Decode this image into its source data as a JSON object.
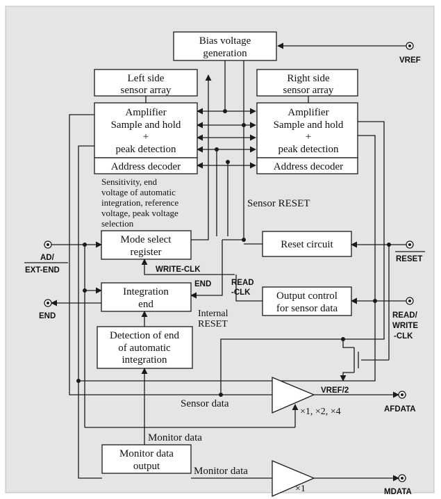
{
  "blocks": {
    "bias": [
      "Bias voltage",
      "generation"
    ],
    "left_array": [
      "Left side",
      "sensor array"
    ],
    "right_array": [
      "Right side",
      "sensor array"
    ],
    "left_amp": [
      "Amplifier",
      "Sample and hold",
      "+",
      "peak detection"
    ],
    "right_amp": [
      "Amplifier",
      "Sample and hold",
      "+",
      "peak detection"
    ],
    "left_decoder": "Address decoder",
    "right_decoder": "Address decoder",
    "mode_register": [
      "Mode select",
      "register"
    ],
    "reset_circuit": "Reset circuit",
    "integration_end": [
      "Integration",
      "end"
    ],
    "output_control": [
      "Output control",
      "for sensor data"
    ],
    "detection": [
      "Detection of end",
      "of automatic",
      "integration"
    ],
    "monitor_output": [
      "Monitor data",
      "output"
    ]
  },
  "labels": {
    "mode_note": [
      "Sensitivity, end",
      "voltage of automatic",
      "integration, reference",
      "voltage, peak voltage",
      "selection"
    ],
    "sensor_reset": "Sensor RESET",
    "write_clk": "WRITE-CLK",
    "end_sig": "END",
    "read_clk": [
      "READ",
      "-CLK"
    ],
    "internal_reset": [
      "Internal",
      "RESET"
    ],
    "sensor_data": "Sensor data",
    "gain": "×1, ×2, ×4",
    "monitor_data_1": "Monitor data",
    "monitor_data_2": "Monitor data",
    "gain_mon": "×1"
  },
  "pins": {
    "vref": "VREF",
    "ad_ext_end": [
      "AD/",
      "EXT-END"
    ],
    "end": "END",
    "reset": "RESET",
    "read_write_clk": [
      "READ/",
      "WRITE",
      "-CLK"
    ],
    "vref_half": "VREF/2",
    "afdata": "AFDATA",
    "mdata": "MDATA"
  }
}
